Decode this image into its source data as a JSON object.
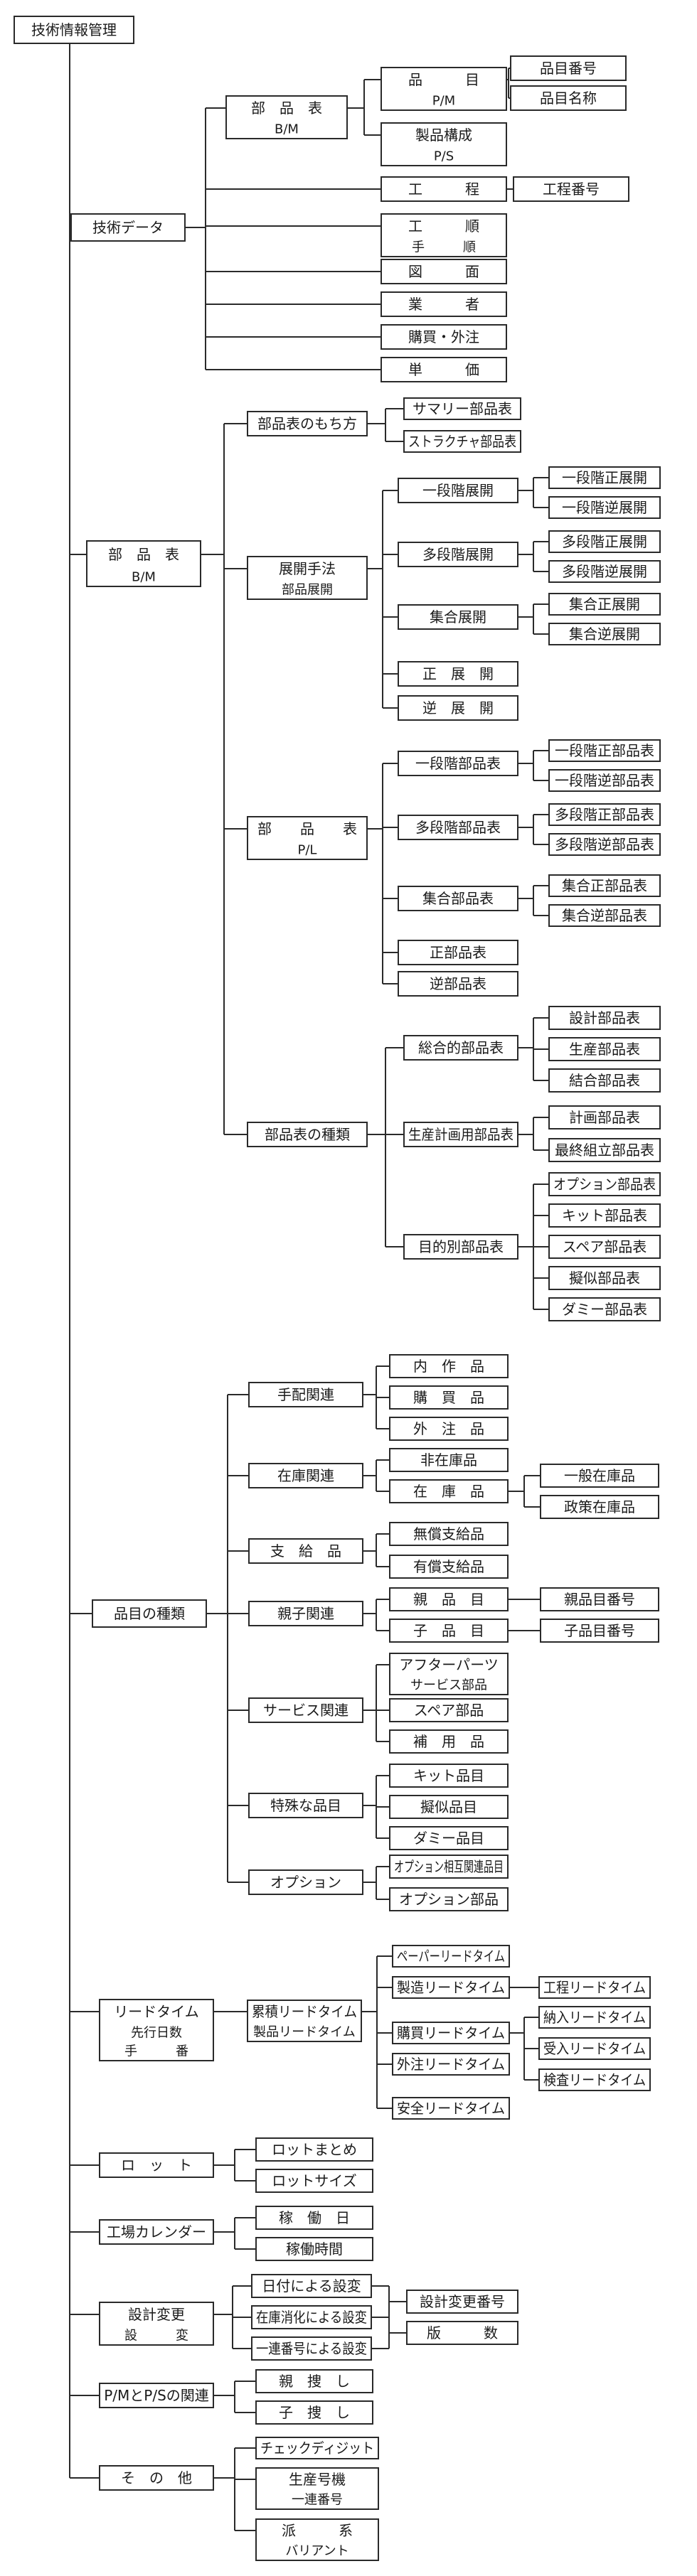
{
  "root": {
    "label": "技術情報管理"
  },
  "nodes": [
    {
      "id": "tech",
      "label": "技術データ"
    },
    {
      "id": "bom1",
      "label": "部　品　表",
      "sub": "B/M"
    },
    {
      "id": "hinmoku",
      "label": "品　　　目",
      "sub": "P/M"
    },
    {
      "id": "hinban",
      "label": "品目番号"
    },
    {
      "id": "hinmei",
      "label": "品目名称"
    },
    {
      "id": "seihin",
      "label": "製品構成",
      "sub": "P/S"
    },
    {
      "id": "koutei",
      "label": "工　　　程"
    },
    {
      "id": "kouban",
      "label": "工程番号"
    },
    {
      "id": "koujun",
      "label": "工　　　順",
      "sub": "手　　　順"
    },
    {
      "id": "zumen",
      "label": "図　　　面"
    },
    {
      "id": "gyosha",
      "label": "業　　　者"
    },
    {
      "id": "kounyu",
      "label": "購買・外注"
    },
    {
      "id": "tanka",
      "label": "単　　　価"
    },
    {
      "id": "bom2",
      "label": "部　品　表",
      "sub": "B/M"
    },
    {
      "id": "mochi",
      "label": "部品表のもち方"
    },
    {
      "id": "summary",
      "label": "サマリー部品表"
    },
    {
      "id": "struct",
      "label": "ストラクチャ部品表"
    },
    {
      "id": "tenkai",
      "label": "展開手法",
      "sub": "部品展開"
    },
    {
      "id": "t1",
      "label": "一段階展開"
    },
    {
      "id": "t1a",
      "label": "一段階正展開"
    },
    {
      "id": "t1b",
      "label": "一段階逆展開"
    },
    {
      "id": "t2",
      "label": "多段階展開"
    },
    {
      "id": "t2a",
      "label": "多段階正展開"
    },
    {
      "id": "t2b",
      "label": "多段階逆展開"
    },
    {
      "id": "t3",
      "label": "集合展開"
    },
    {
      "id": "t3a",
      "label": "集合正展開"
    },
    {
      "id": "t3b",
      "label": "集合逆展開"
    },
    {
      "id": "t4",
      "label": "正　展　開"
    },
    {
      "id": "t5",
      "label": "逆　展　開"
    },
    {
      "id": "pl",
      "label": "部　　品　　表",
      "sub": "P/L"
    },
    {
      "id": "p1",
      "label": "一段階部品表"
    },
    {
      "id": "p1a",
      "label": "一段階正部品表"
    },
    {
      "id": "p1b",
      "label": "一段階逆部品表"
    },
    {
      "id": "p2",
      "label": "多段階部品表"
    },
    {
      "id": "p2a",
      "label": "多段階正部品表"
    },
    {
      "id": "p2b",
      "label": "多段階逆部品表"
    },
    {
      "id": "p3",
      "label": "集合部品表"
    },
    {
      "id": "p3a",
      "label": "集合正部品表"
    },
    {
      "id": "p3b",
      "label": "集合逆部品表"
    },
    {
      "id": "p4",
      "label": "正部品表"
    },
    {
      "id": "p5",
      "label": "逆部品表"
    },
    {
      "id": "shurui",
      "label": "部品表の種類"
    },
    {
      "id": "s1",
      "label": "総合的部品表"
    },
    {
      "id": "s1a",
      "label": "設計部品表"
    },
    {
      "id": "s1b",
      "label": "生産部品表"
    },
    {
      "id": "s1c",
      "label": "結合部品表"
    },
    {
      "id": "s2",
      "label": "生産計画用部品表"
    },
    {
      "id": "s2a",
      "label": "計画部品表"
    },
    {
      "id": "s2b",
      "label": "最終組立部品表"
    },
    {
      "id": "s3",
      "label": "目的別部品表"
    },
    {
      "id": "s3a",
      "label": "オプション部品表"
    },
    {
      "id": "s3b",
      "label": "キット部品表"
    },
    {
      "id": "s3c",
      "label": "スペア部品表"
    },
    {
      "id": "s3d",
      "label": "擬似部品表"
    },
    {
      "id": "s3e",
      "label": "ダミー部品表"
    },
    {
      "id": "hshurui",
      "label": "品目の種類"
    },
    {
      "id": "tehai",
      "label": "手配関連"
    },
    {
      "id": "naisaku",
      "label": "内　作　品"
    },
    {
      "id": "kounyuhin",
      "label": "購　買　品"
    },
    {
      "id": "gaichu",
      "label": "外　注　品"
    },
    {
      "id": "zaiko",
      "label": "在庫関連"
    },
    {
      "id": "hizaiko",
      "label": "非在庫品"
    },
    {
      "id": "zaikohin",
      "label": "在　庫　品"
    },
    {
      "id": "ippan",
      "label": "一般在庫品"
    },
    {
      "id": "seisaku",
      "label": "政策在庫品"
    },
    {
      "id": "shikyu",
      "label": "支　給　品"
    },
    {
      "id": "musho",
      "label": "無償支給品"
    },
    {
      "id": "yusho",
      "label": "有償支給品"
    },
    {
      "id": "oyako",
      "label": "親子関連"
    },
    {
      "id": "oyahin",
      "label": "親　品　目"
    },
    {
      "id": "oyaban",
      "label": "親品目番号"
    },
    {
      "id": "kohin",
      "label": "子　品　目"
    },
    {
      "id": "koban",
      "label": "子品目番号"
    },
    {
      "id": "service",
      "label": "サービス関連"
    },
    {
      "id": "after",
      "label": "アフターパーツ",
      "sub": "サービス部品"
    },
    {
      "id": "spare",
      "label": "スペア部品"
    },
    {
      "id": "hoyo",
      "label": "補　用　品"
    },
    {
      "id": "tokushu",
      "label": "特殊な品目"
    },
    {
      "id": "kit",
      "label": "キット品目"
    },
    {
      "id": "giji",
      "label": "擬似品目"
    },
    {
      "id": "dummy",
      "label": "ダミー品目"
    },
    {
      "id": "option",
      "label": "オプション"
    },
    {
      "id": "opkanren",
      "label": "オプション相互関連品目"
    },
    {
      "id": "opbuhin",
      "label": "オプション部品"
    },
    {
      "id": "lead",
      "label": "リードタイム",
      "sub": "先行日数",
      "sub2": "手　　　番"
    },
    {
      "id": "ruiseki",
      "label": "累積リードタイム",
      "sub": "製品リードタイム"
    },
    {
      "id": "paper",
      "label": "ペーパーリードタイム"
    },
    {
      "id": "seizo",
      "label": "製造リードタイム"
    },
    {
      "id": "kouteilead",
      "label": "工程リードタイム"
    },
    {
      "id": "kobai",
      "label": "購買リードタイム"
    },
    {
      "id": "nonyu",
      "label": "納入リードタイム"
    },
    {
      "id": "ukeire",
      "label": "受入リードタイム"
    },
    {
      "id": "kensa",
      "label": "検査リードタイム"
    },
    {
      "id": "gaichulead",
      "label": "外注リードタイム"
    },
    {
      "id": "anzen",
      "label": "安全リードタイム"
    },
    {
      "id": "lot",
      "label": "ロ　ッ　ト"
    },
    {
      "id": "lotm",
      "label": "ロットまとめ"
    },
    {
      "id": "lots",
      "label": "ロットサイズ"
    },
    {
      "id": "calendar",
      "label": "工場カレンダー"
    },
    {
      "id": "kadobi",
      "label": "稼　働　日"
    },
    {
      "id": "kadojikan",
      "label": "稼働時間"
    },
    {
      "id": "sekkei",
      "label": "設計変更",
      "sub": "設　　　変"
    },
    {
      "id": "hizuke",
      "label": "日付による設変"
    },
    {
      "id": "zaikoshoka",
      "label": "在庫消化による設変"
    },
    {
      "id": "ichiren",
      "label": "一連番号による設変"
    },
    {
      "id": "sekkeiban",
      "label": "設計変更番号"
    },
    {
      "id": "han",
      "label": "版　　　数"
    },
    {
      "id": "pmps",
      "label": "P/MとP/Sの関連"
    },
    {
      "id": "oyasagashi",
      "label": "親　捜　し"
    },
    {
      "id": "kosagashi",
      "label": "子　捜　し"
    },
    {
      "id": "sonota",
      "label": "そ　の　他"
    },
    {
      "id": "check",
      "label": "チェックディジット"
    },
    {
      "id": "seisangouki",
      "label": "生産号機",
      "sub": "一連番号"
    },
    {
      "id": "hakei",
      "label": "派　　　系",
      "sub": "バリアント"
    }
  ]
}
